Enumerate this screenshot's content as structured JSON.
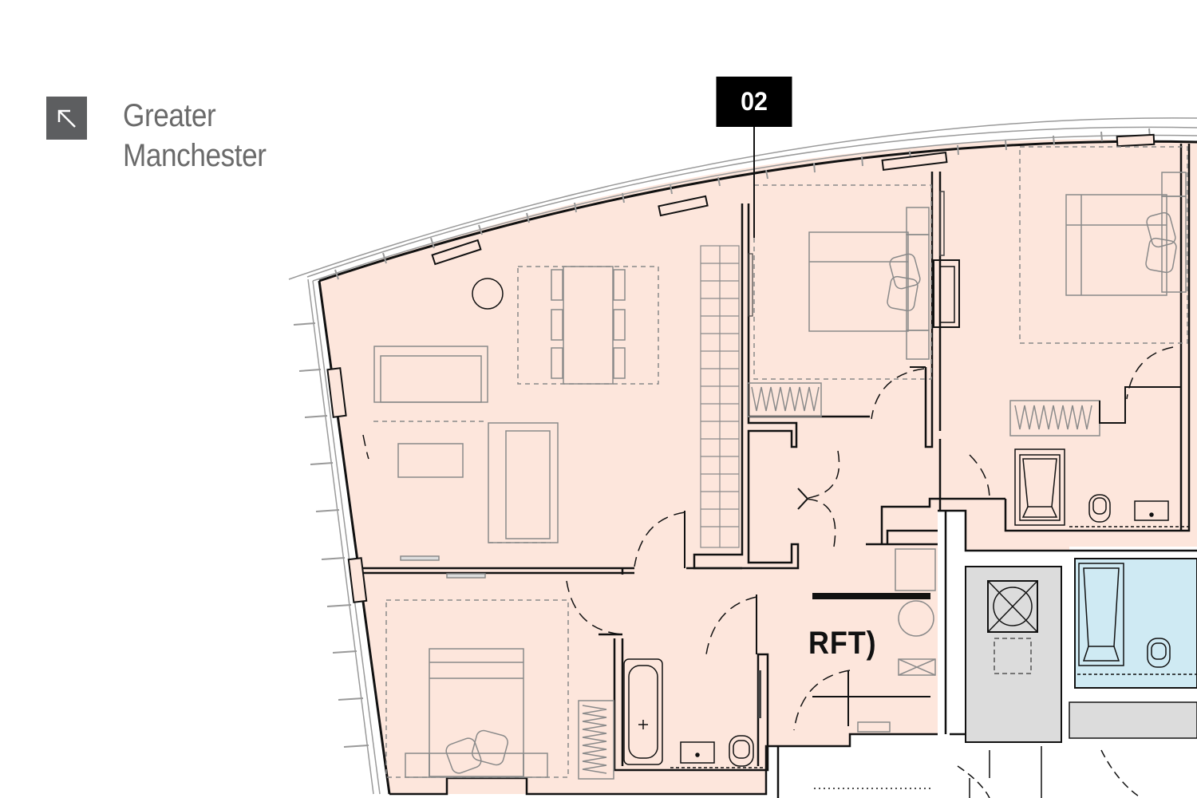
{
  "location": {
    "line1": "Greater",
    "line2": "Manchester",
    "icon": "arrow-up-left-icon"
  },
  "unit": {
    "number": "02"
  },
  "plan": {
    "area_fragment": "RFT)"
  },
  "colors": {
    "apartment_fill": "#fde6dc",
    "bathroom_fill": "#cfeaf3",
    "core_fill": "#dcdcdc",
    "wall": "#111111",
    "furniture": "#8a8a8a",
    "direction_box": "#5d5e60"
  }
}
